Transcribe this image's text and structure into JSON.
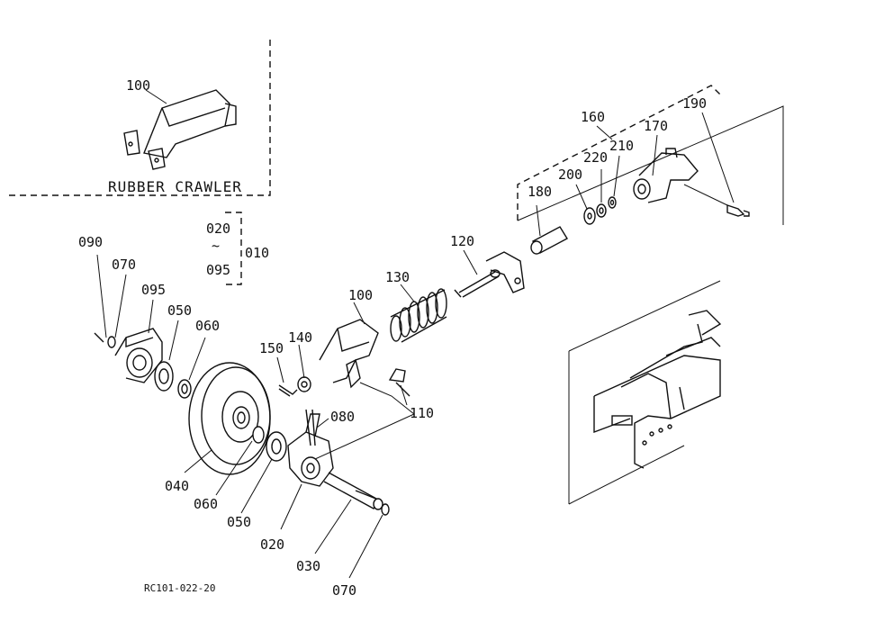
{
  "diagram": {
    "inset_title": "RUBBER CRAWLER",
    "reference_code": "RC101-022-20",
    "range_group": {
      "from": "020",
      "tilde": "~",
      "to": "095",
      "group": "010"
    },
    "part_labels": {
      "p100_inset": "100",
      "p090": "090",
      "p070_top": "070",
      "p095": "095",
      "p050_top": "050",
      "p060_top": "060",
      "p150": "150",
      "p140": "140",
      "p100_main": "100",
      "p130": "130",
      "p120": "120",
      "p110": "110",
      "p080": "080",
      "p040": "040",
      "p060_bottom": "060",
      "p050_bottom": "050",
      "p020": "020",
      "p030": "030",
      "p070_bottom": "070",
      "p180": "180",
      "p160": "160",
      "p200": "200",
      "p220": "220",
      "p210": "210",
      "p170": "170",
      "p190": "190"
    }
  }
}
